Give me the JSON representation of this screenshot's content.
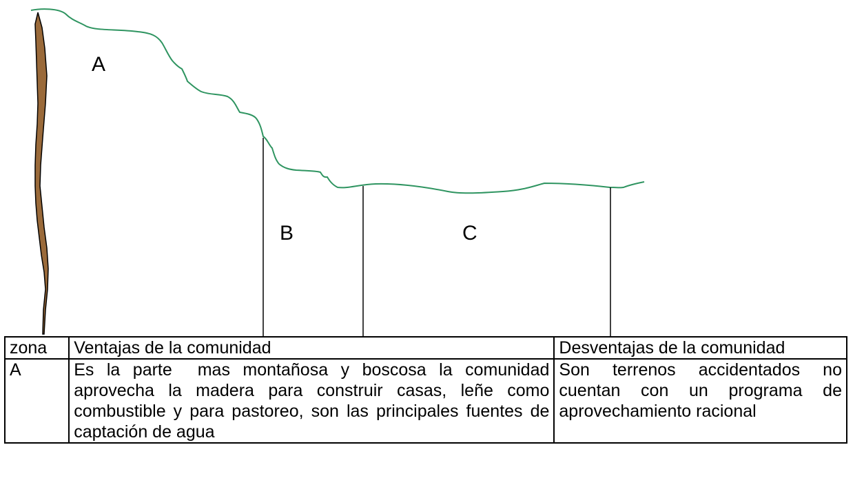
{
  "zones": [
    {
      "label": "A"
    },
    {
      "label": "B"
    },
    {
      "label": "C"
    }
  ],
  "colors": {
    "terrain_line": "#2e9460",
    "cliff_fill": "#9a6a3a",
    "outline": "#000000"
  },
  "table": {
    "headers": {
      "zone": "zona",
      "advantages": "Ventajas de la comunidad",
      "disadvantages": "Desventajas de la comunidad"
    },
    "rows": [
      {
        "zone": "A",
        "advantages": "Es la parte  mas montañosa y boscosa la comunidad aprovecha la madera para construir casas, leñe como          combustible y para pastoreo, son las principales fuentes de captación de agua",
        "disadvantages": "Son terrenos accidentados no cuentan con un programa de aprovechamiento racional"
      }
    ]
  }
}
